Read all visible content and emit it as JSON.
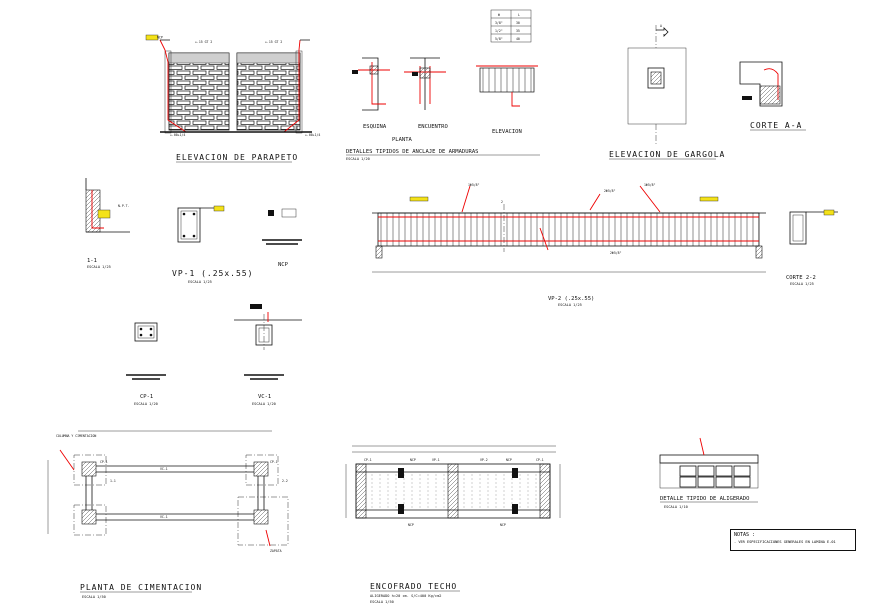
{
  "parapeto": {
    "title": "ELEVACION DE PARAPETO",
    "ncp": "NCP",
    "rebar_left": "+.15 GT 2",
    "rebar_right": "+.15 GT 2",
    "base_left": "+.00+1/4",
    "base_right": "+.00+1/4"
  },
  "anclaje": {
    "title": "DETALLES TIPIDOS DE ANCLAJE DE ARMADURAS",
    "scale": "ESCALA 1/20",
    "esquina": "ESQUINA",
    "encuentro": "ENCUENTRO",
    "planta": "PLANTA",
    "elevacion": "ELEVACION",
    "table_headers": [
      "Φ",
      "L"
    ],
    "table_rows": [
      [
        "3/8\"",
        "30"
      ],
      [
        "1/2\"",
        "35"
      ],
      [
        "5/8\"",
        "40"
      ]
    ]
  },
  "gargola": {
    "title": "ELEVACION DE GARGOLA",
    "corte": "CORTE A-A",
    "mark_a": "A"
  },
  "vp1": {
    "title": "VP-1 (.25x.55)",
    "scale": "ESCALA 1/25",
    "section_label": "1-1",
    "section_scale": "ESCALA 1/25",
    "npt": "N.P.T.",
    "ncp": "NCP"
  },
  "vp2": {
    "title": "VP-2 (.25x.55)",
    "scale": "ESCALA 1/25",
    "corte": "CORTE 2-2",
    "corte_scale": "ESCALA 1/25",
    "mark": "2",
    "bar_labels": [
      "1Φ5/8\"",
      "1Φ5/8\"",
      "2Φ5/8\"",
      "2Φ5/8\""
    ]
  },
  "cp1": {
    "title": "CP-1",
    "scale": "ESCALA 1/20"
  },
  "vc1": {
    "title": "VC-1",
    "scale": "ESCALA 1/20"
  },
  "cimentacion": {
    "title": "PLANTA DE CIMENTACION",
    "scale": "ESCALA 1/50",
    "beam_label": "VC-1",
    "col_label": "CP-1",
    "section_1": "1-1",
    "section_2": "2-2",
    "note": "COLUMNA Y CIMENTACION",
    "note2": "ZAPATA"
  },
  "encofrado": {
    "title": "ENCOFRADO TECHO",
    "subtitle": "ALIGERADO h=20 cm. S/C=400 Kg/cm2",
    "scale": "ESCALA 1/50",
    "labels": [
      "CP-1",
      "NCP",
      "VP-1",
      "VP-2",
      "NCP",
      "CP-1"
    ],
    "ncp": "NCP"
  },
  "aligerado": {
    "title": "DETALLE TIPIDO DE ALIGERADO",
    "scale": "ESCALA 1/10"
  },
  "notas": {
    "title": "NOTAS :",
    "line1": "- VER ESPECIFICACIONES GENERALES EN LAMINA E-01"
  }
}
